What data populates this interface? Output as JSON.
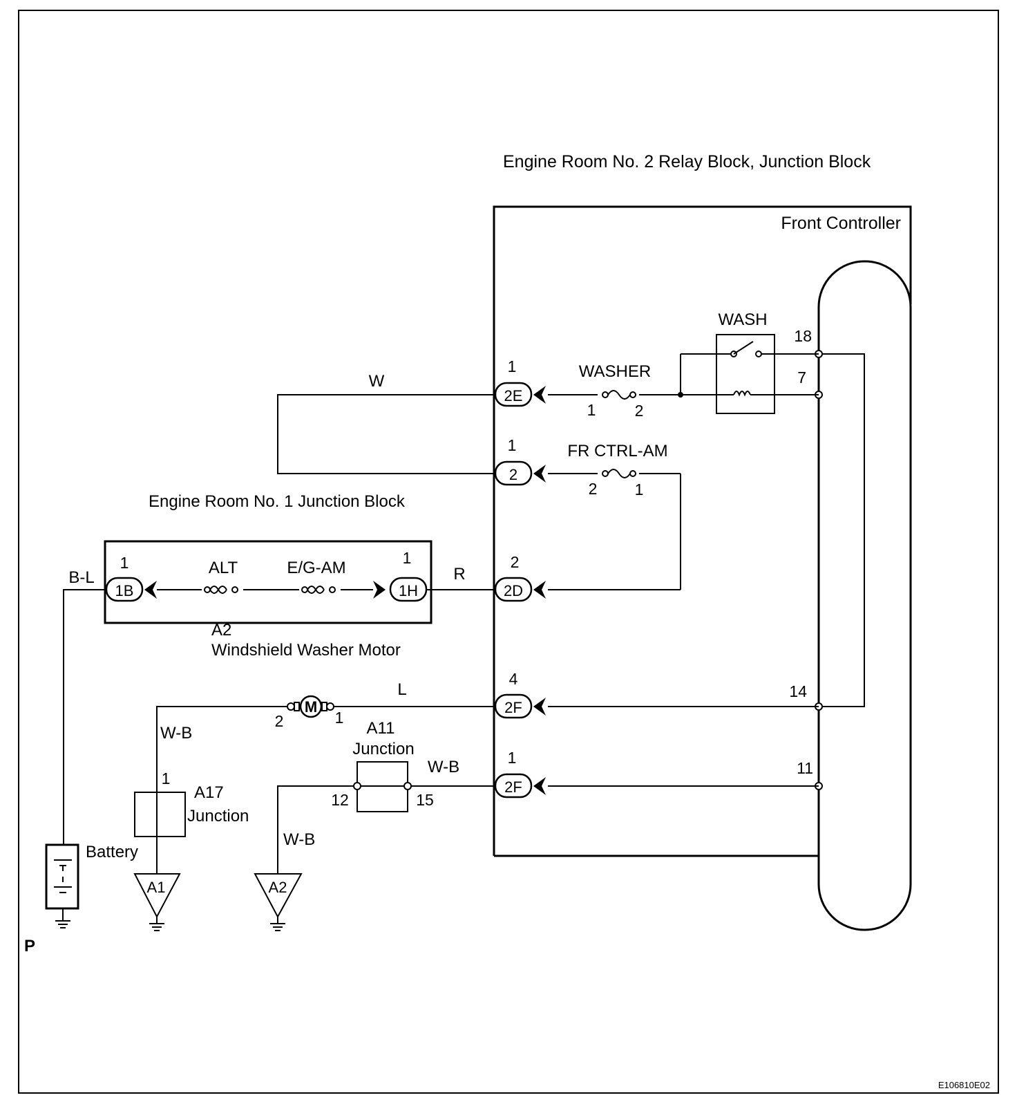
{
  "labels": {
    "engine_room_2": "Engine Room No. 2 Relay Block, Junction Block",
    "front_controller": "Front Controller",
    "engine_room_1": "Engine Room No. 1 Junction Block",
    "washer_motor_code": "A2",
    "washer_motor": "Windshield Washer Motor",
    "a11_code": "A11",
    "a11_name": "Junction",
    "a17_code": "A17",
    "a17_name": "Junction",
    "battery": "Battery",
    "page_marker": "P",
    "figure_id": "E106810E02"
  },
  "components": {
    "wash_relay": "WASH",
    "washer_fuse": "WASHER",
    "fr_ctrl_fuse": "FR CTRL-AM",
    "alt_fuse": "ALT",
    "eg_am_fuse": "E/G-AM",
    "motor": "M"
  },
  "connectors": {
    "c2e": "2E",
    "c2": "2",
    "c2d": "2D",
    "c2f_a": "2F",
    "c2f_b": "2F",
    "c1b": "1B",
    "c1h": "1H"
  },
  "wires": {
    "w": "W",
    "bl": "B-L",
    "r": "R",
    "l": "L",
    "wb_motor": "W-B",
    "wb_a11": "W-B",
    "wb_ground": "W-B"
  },
  "pins": {
    "c2e_pin": "1",
    "c2_pin": "1",
    "c2d_pin": "2",
    "c2f_a_pin": "4",
    "c2f_b_pin": "1",
    "c1b_pin": "1",
    "c1h_pin": "1",
    "washer_in": "1",
    "washer_out": "2",
    "frctrl_left": "2",
    "frctrl_right": "1",
    "ctrl_18": "18",
    "ctrl_7": "7",
    "ctrl_14": "14",
    "ctrl_11": "11",
    "motor_left": "2",
    "motor_right": "1",
    "a11_left": "12",
    "a11_right": "15",
    "a17_pin": "1"
  },
  "grounds": {
    "a1": "A1",
    "a2": "A2"
  }
}
